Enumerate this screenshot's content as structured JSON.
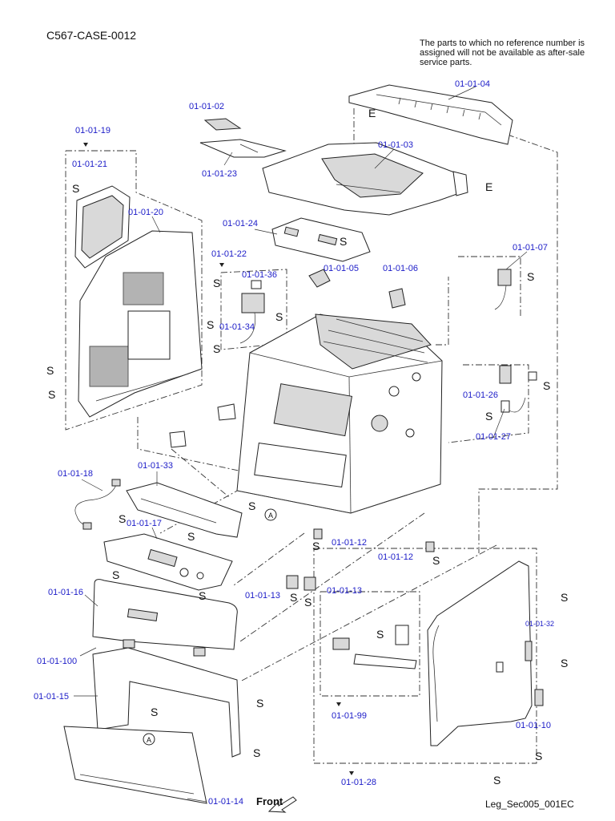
{
  "document": {
    "title": "C567-CASE-0012",
    "note": "The parts to which no reference number is assigned will not be available as after-sale service parts.",
    "footer_code": "Leg_Sec005_001EC",
    "front_label": "Front",
    "screw_symbol": "S",
    "fastener_symbol": "E",
    "circle_marker": "A"
  },
  "references": {
    "r0104": "01-01-04",
    "r0102": "01-01-02",
    "r0103": "01-01-03",
    "r0123": "01-01-23",
    "r0119": "01-01-19",
    "r0121": "01-01-21",
    "r0120": "01-01-20",
    "r0124": "01-01-24",
    "r0122": "01-01-22",
    "r0136": "01-01-36",
    "r0105": "01-01-05",
    "r0106": "01-01-06",
    "r0107": "01-01-07",
    "r0134": "01-01-34",
    "r0126": "01-01-26",
    "r0127": "01-01-27",
    "r0118": "01-01-18",
    "r0133": "01-01-33",
    "r0117": "01-01-17",
    "r0112a": "01-01-12",
    "r0112b": "01-01-12",
    "r0113a": "01-01-13",
    "r0113b": "01-01-13",
    "r0116": "01-01-16",
    "r01100": "01-01-100",
    "r0115": "01-01-15",
    "r0199": "01-01-99",
    "r0132": "01-01-32",
    "r0110": "01-01-10",
    "r0128": "01-01-28",
    "r0114": "01-01-14"
  }
}
